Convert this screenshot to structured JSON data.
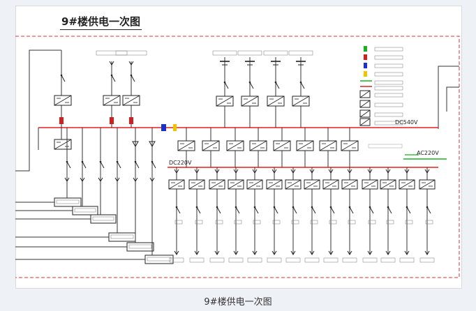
{
  "title": "9#楼供电一次图",
  "caption": "9#楼供电一次图",
  "bus_labels": {
    "dc540": "DC540V",
    "ac220": "AC220V",
    "dc220": "DC220V"
  },
  "colors": {
    "border": "#e03030",
    "bus": "#e02020",
    "green": "#18b020",
    "blue": "#1a32c8",
    "yellow": "#f2c400"
  }
}
